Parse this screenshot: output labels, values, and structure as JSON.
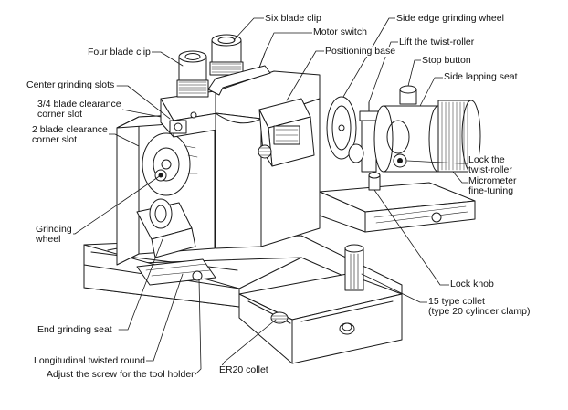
{
  "labels": {
    "six_blade_clip": "Six blade clip",
    "side_edge_grinding_wheel": "Side edge grinding wheel",
    "motor_switch": "Motor switch",
    "lift_twist_roller": "Lift the twist-roller",
    "four_blade_clip": "Four blade clip",
    "positioning_base": "Positioning base",
    "stop_button": "Stop button",
    "side_lapping_seat": "Side lapping seat",
    "center_grinding_slots": "Center grinding slots",
    "blade_34": [
      "3/4 blade clearance",
      "corner slot"
    ],
    "blade_2": [
      "2 blade clearance",
      "corner slot"
    ],
    "lock_twist_roller": [
      "Lock the",
      "twist-roller"
    ],
    "micrometer": [
      "Micrometer",
      "fine-tuning"
    ],
    "grinding_wheel": [
      "Grinding",
      "wheel"
    ],
    "lock_knob": "Lock knob",
    "collet_15": [
      "15 type collet",
      "(type 20 cylinder clamp)"
    ],
    "end_grinding_seat": "End grinding seat",
    "longitudinal": "Longitudinal twisted round",
    "adjust_screw": "Adjust the screw for the tool holder",
    "er20_collet": "ER20 collet"
  }
}
